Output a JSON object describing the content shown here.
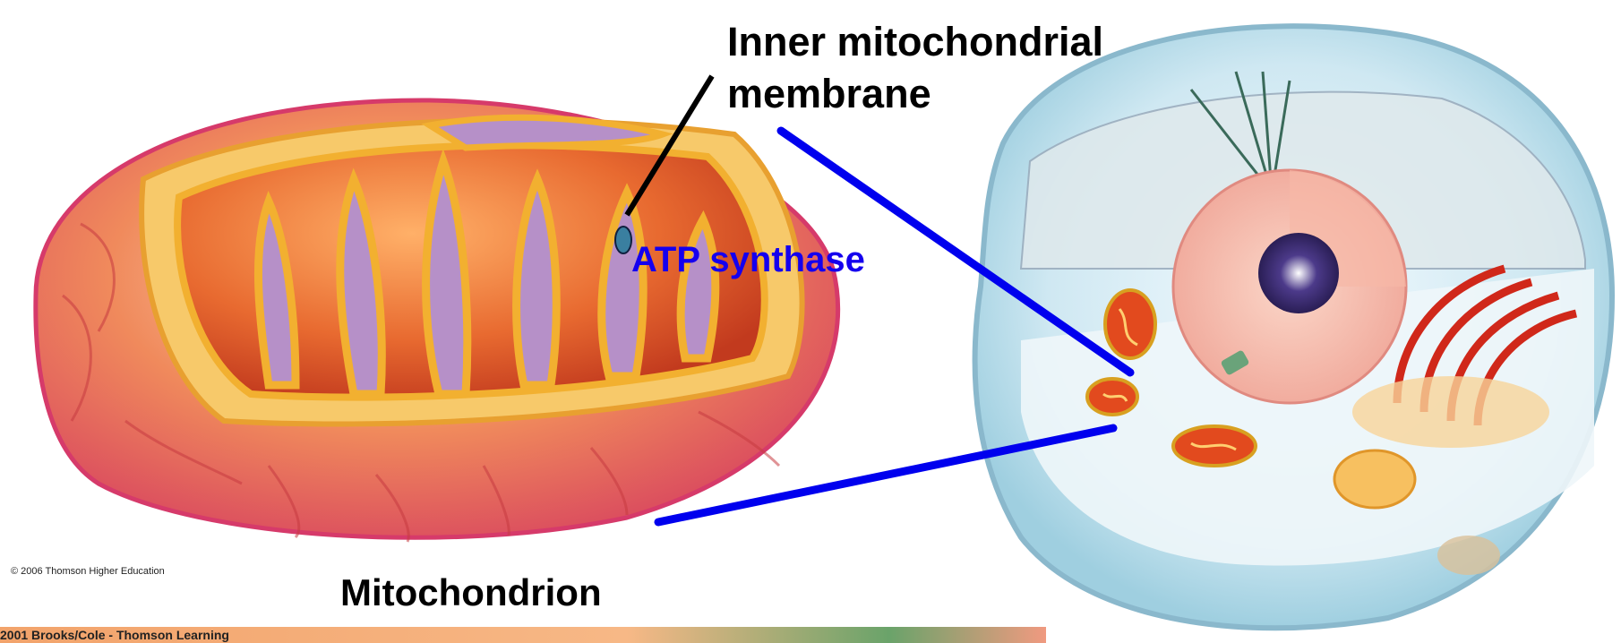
{
  "labels": {
    "inner_membrane_line1": "Inner mitochondrial",
    "inner_membrane_line2": "membrane",
    "atp_synthase": "ATP synthase",
    "title": "Mitochondrion",
    "copyright": "© 2006 Thomson Higher Education",
    "bottom_strip": "2001 Brooks/Cole - Thomson Learning"
  },
  "colors": {
    "pointer_lines": "#0000ee",
    "atp_text": "#1500ee",
    "outer_membrane": "#d9485e",
    "inner_membrane": "#f0b030",
    "matrix": "#e0602a",
    "intermembrane": "#b690c8"
  }
}
